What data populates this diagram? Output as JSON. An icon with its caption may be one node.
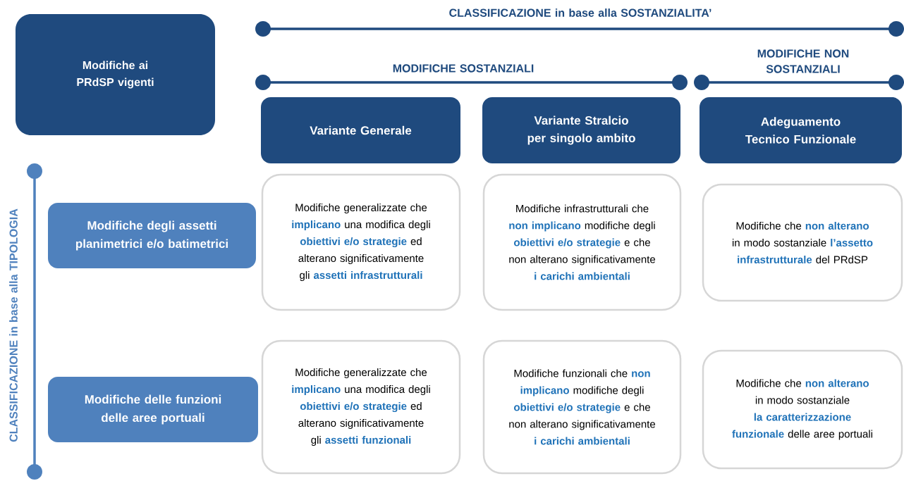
{
  "diagram": {
    "nodes": [
      {
        "text": [
          "Modifiche ai PRdSP vigenti"
        ]
      },
      {
        "text": [
          "Variante Generale"
        ]
      },
      {
        "text": [
          "Variante Stralcio per singolo ambito"
        ]
      },
      {
        "text": [
          "Adeguamento Tecnico Funzionale"
        ]
      },
      {
        "text": [
          "Modifiche degli assetti planimetrici e/o batimetrici"
        ]
      },
      {
        "text": [
          "Modifiche generalizzate che **implicano** una modifica degli **obiettivi e/o strategie** ed alterano significativamente gli **assetti infrastrutturali**"
        ]
      },
      {
        "text": [
          "Modifiche infrastrutturali che **non implicano** modifiche degli **obiettivi e/o strategie** e che non alterano significativamente **i carichi ambientali**"
        ]
      },
      {
        "text": [
          "Modifiche che **non alterano** in modo sostanziale **l’assetto infrastrutturale** del PRdSP"
        ]
      },
      {
        "text": [
          "Modifiche delle funzioni delle aree portuali"
        ]
      },
      {
        "text": [
          "Modifiche generalizzate che **implicano** una modifica degli **obiettivi e/o strategie** ed alterano significativamente gli **assetti funzionali**"
        ]
      },
      {
        "text": [
          "Modifiche funzionali che **non implicano** modifiche degli **obiettivi e/o strategie** e che non alterano significativamente **i carichi ambientali**"
        ]
      },
      {
        "text": [
          "Modifiche che **non alterano** in modo sostanziale **la caratterizzazione funzionale** delle aree portuali"
        ]
      }
    ],
    "labels": [
      "CLASSIFICAZIONE in base alla SOSTANZIALITA’",
      "MODIFICHE SOSTANZIALI",
      "MODIFICHE NON SOSTANZIALI",
      "CLASSIFICAZIONE in base alla TIPOLOGIA"
    ]
  }
}
